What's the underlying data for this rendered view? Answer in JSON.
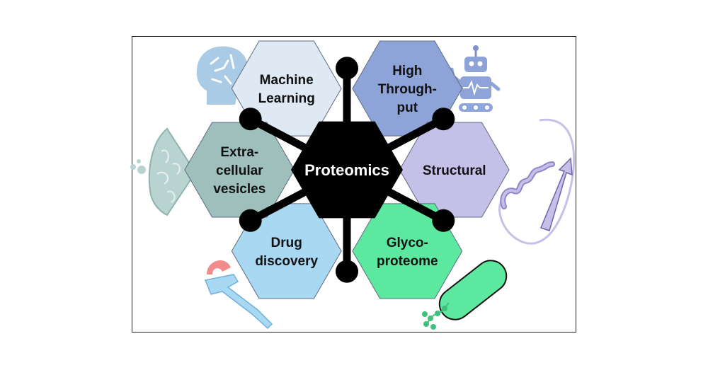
{
  "center": {
    "label": "Proteomics",
    "color": "#000000"
  },
  "topics": [
    {
      "id": "machine-learning",
      "lines": [
        "Machine",
        "Learning"
      ],
      "color": "#dfe9f4",
      "icon": "brain-head-icon"
    },
    {
      "id": "high-throughput",
      "lines": [
        "High",
        "Through-",
        "put"
      ],
      "color": "#8ea4d8",
      "icon": "robot-icon"
    },
    {
      "id": "structural",
      "lines": [
        "Structural"
      ],
      "color": "#c5c0e8",
      "icon": "protein-helix-icon"
    },
    {
      "id": "glycoproteome",
      "lines": [
        "Glyco-",
        "proteome"
      ],
      "color": "#5de8a0",
      "icon": "bacterium-icon"
    },
    {
      "id": "drug-discovery",
      "lines": [
        "Drug",
        "discovery"
      ],
      "color": "#a9d8f2",
      "icon": "receptor-icon"
    },
    {
      "id": "extracellular-vesicles",
      "lines": [
        "Extra-",
        "cellular",
        "vesicles"
      ],
      "color": "#9fbfbc",
      "icon": "vesicle-icon"
    }
  ]
}
